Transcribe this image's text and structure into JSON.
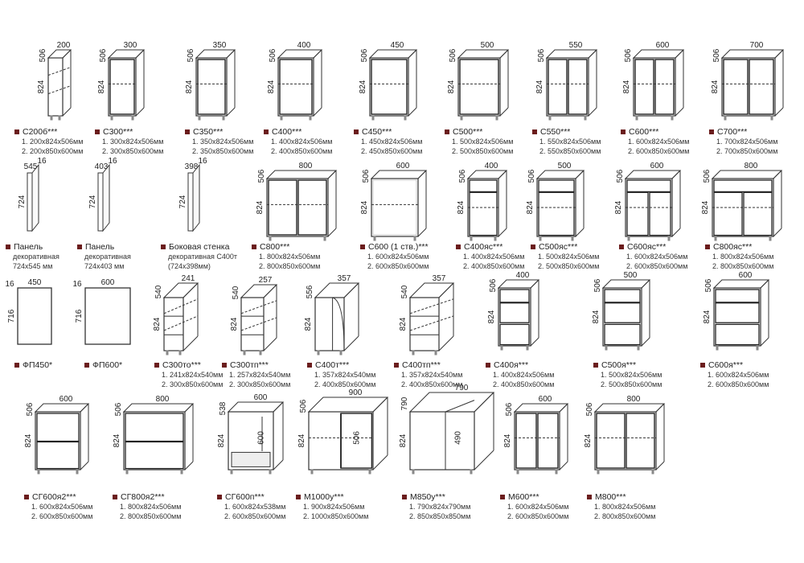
{
  "accent": "#6b1d1d",
  "items": [
    {
      "name": "С200б***",
      "sizes": [
        "1. 200x824x506мм",
        "2. 200x850x600мм"
      ],
      "dims": [
        "200",
        "506",
        "824"
      ]
    },
    {
      "name": "С300***",
      "sizes": [
        "1. 300x824x506мм",
        "2. 300x850x600мм"
      ],
      "dims": [
        "300",
        "506",
        "824"
      ]
    },
    {
      "name": "С350***",
      "sizes": [
        "1. 350x824x506мм",
        "2. 350x850x600мм"
      ],
      "dims": [
        "350",
        "506",
        "824"
      ]
    },
    {
      "name": "С400***",
      "sizes": [
        "1. 400x824x506мм",
        "2. 400x850x600мм"
      ],
      "dims": [
        "400",
        "506",
        "824"
      ]
    },
    {
      "name": "С450***",
      "sizes": [
        "1. 450x824x506мм",
        "2. 450x850x600мм"
      ],
      "dims": [
        "450",
        "506",
        "824"
      ]
    },
    {
      "name": "С500***",
      "sizes": [
        "1. 500x824x506мм",
        "2. 500x850x600мм"
      ],
      "dims": [
        "500",
        "506",
        "824"
      ]
    },
    {
      "name": "С550***",
      "sizes": [
        "1. 550x824x506мм",
        "2. 550x850x600мм"
      ],
      "dims": [
        "550",
        "506",
        "824"
      ]
    },
    {
      "name": "С600***",
      "sizes": [
        "1. 600x824x506мм",
        "2. 600x850x600мм"
      ],
      "dims": [
        "600",
        "506",
        "824"
      ]
    },
    {
      "name": "С700***",
      "sizes": [
        "1. 700x824x506мм",
        "2. 700x850x600мм"
      ],
      "dims": [
        "700",
        "506",
        "824"
      ]
    },
    {
      "name": "Панель",
      "sizes": [
        "декоративная",
        "724x545 мм"
      ],
      "dims": [
        "16",
        "545",
        "724"
      ]
    },
    {
      "name": "Панель",
      "sizes": [
        "декоративная",
        "724x403 мм"
      ],
      "dims": [
        "16",
        "403",
        "724"
      ]
    },
    {
      "name": "Боковая стенка",
      "sizes": [
        "декоративная С400т",
        "(724x398мм)"
      ],
      "dims": [
        "16",
        "398",
        "724"
      ]
    },
    {
      "name": "С800***",
      "sizes": [
        "1. 800x824x506мм",
        "2. 800x850x600мм"
      ],
      "dims": [
        "800",
        "506",
        "824"
      ]
    },
    {
      "name": "С600 (1 ств.)***",
      "sizes": [
        "1. 600x824x506мм",
        "2. 600x850x600мм"
      ],
      "dims": [
        "600",
        "506",
        "824"
      ]
    },
    {
      "name": "С400яс***",
      "sizes": [
        "1. 400x824x506мм",
        "2. 400x850x600мм"
      ],
      "dims": [
        "400",
        "506",
        "824"
      ]
    },
    {
      "name": "С500яс***",
      "sizes": [
        "1. 500x824x506мм",
        "2. 500x850x600мм"
      ],
      "dims": [
        "500",
        "506",
        "824"
      ]
    },
    {
      "name": "С600яс***",
      "sizes": [
        "1. 600x824x506мм",
        "2. 600x850x600мм"
      ],
      "dims": [
        "600",
        "506",
        "824"
      ]
    },
    {
      "name": "С800яс***",
      "sizes": [
        "1. 800x824x506мм",
        "2. 800x850x600мм"
      ],
      "dims": [
        "800",
        "506",
        "824"
      ]
    },
    {
      "name": "ФП450*",
      "sizes": [],
      "dims": [
        "450",
        "16",
        "716"
      ]
    },
    {
      "name": "ФП600*",
      "sizes": [],
      "dims": [
        "600",
        "16",
        "716"
      ]
    },
    {
      "name": "С300то***",
      "sizes": [
        "1. 241x824x540мм",
        "2. 300x850x600мм"
      ],
      "dims": [
        "241",
        "540",
        "824"
      ]
    },
    {
      "name": "С300тп***",
      "sizes": [
        "1. 257x824x540мм",
        "2. 300x850x600мм"
      ],
      "dims": [
        "257",
        "540",
        "824"
      ]
    },
    {
      "name": "С400т***",
      "sizes": [
        "1. 357x824x540мм",
        "2. 400x850x600мм"
      ],
      "dims": [
        "357",
        "556",
        "824"
      ]
    },
    {
      "name": "С400тп***",
      "sizes": [
        "1. 357x824x540мм",
        "2. 400x850x600мм"
      ],
      "dims": [
        "357",
        "540",
        "824"
      ]
    },
    {
      "name": "С400я***",
      "sizes": [
        "1. 400x824x506мм",
        "2. 400x850x600мм"
      ],
      "dims": [
        "400",
        "506",
        "824"
      ]
    },
    {
      "name": "С500я***",
      "sizes": [
        "1. 500x824x506мм",
        "2. 500x850x600мм"
      ],
      "dims": [
        "500",
        "506",
        "824"
      ]
    },
    {
      "name": "С600я***",
      "sizes": [
        "1. 600x824x506мм",
        "2. 600x850x600мм"
      ],
      "dims": [
        "600",
        "506",
        "824"
      ]
    },
    {
      "name": "СГ600я2***",
      "sizes": [
        "1. 600x824x506мм",
        "2. 600x850x600мм"
      ],
      "dims": [
        "600",
        "506",
        "824"
      ]
    },
    {
      "name": "СГ800я2***",
      "sizes": [
        "1. 800x824x506мм",
        "2. 800x850x600мм"
      ],
      "dims": [
        "800",
        "506",
        "824"
      ]
    },
    {
      "name": "СГ600п***",
      "sizes": [
        "1. 600x824x538мм",
        "2. 600x850x600мм"
      ],
      "dims": [
        "600",
        "538",
        "824",
        "600"
      ]
    },
    {
      "name": "М1000у***",
      "sizes": [
        "1. 900x824x506мм",
        "2. 1000x850x600мм"
      ],
      "dims": [
        "900",
        "506",
        "824",
        "506"
      ]
    },
    {
      "name": "М850у***",
      "sizes": [
        "1. 790x824x790мм",
        "2. 850x850x850мм"
      ],
      "dims": [
        "790",
        "790",
        "824",
        "490"
      ]
    },
    {
      "name": "М600***",
      "sizes": [
        "1. 600x824x506мм",
        "2. 600x850x600мм"
      ],
      "dims": [
        "600",
        "506",
        "824"
      ]
    },
    {
      "name": "М800***",
      "sizes": [
        "1. 800x824x506мм",
        "2. 800x850x600мм"
      ],
      "dims": [
        "800",
        "506",
        "824"
      ]
    }
  ]
}
